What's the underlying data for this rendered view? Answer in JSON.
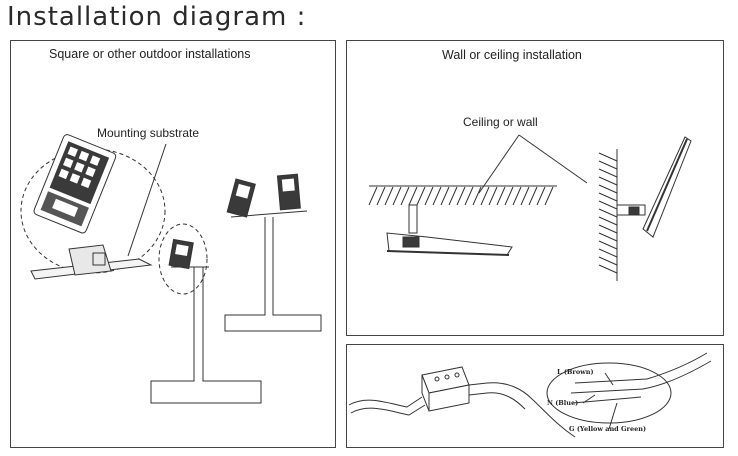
{
  "header": {
    "title": "Installation diagram :"
  },
  "panels": {
    "outdoor": {
      "title": "Square or other outdoor installations",
      "label_substrate": "Mounting substrate"
    },
    "wall": {
      "title": "Wall or ceiling installation",
      "label_ceiling": "Ceiling or wall"
    },
    "wiring": {
      "label_brown": "L (Brown)",
      "label_blue": "N (Blue)",
      "label_ground": "G (Yellow and Green)"
    }
  },
  "colors": {
    "line": "#333333",
    "fill_dark": "#3a3a3a",
    "border": "#444444"
  }
}
